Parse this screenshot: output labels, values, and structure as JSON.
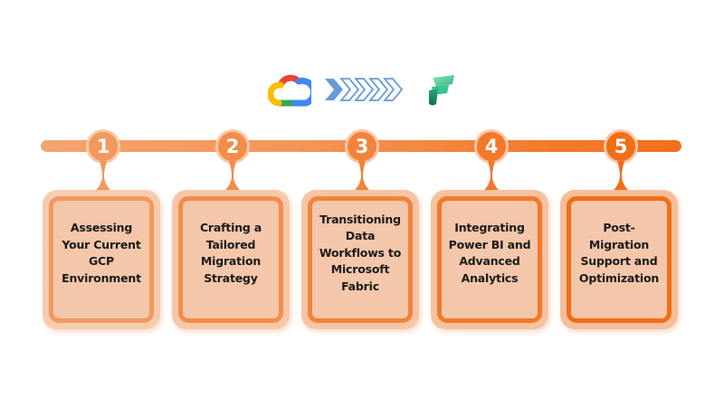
{
  "header": {
    "source_logo": "google-cloud-logo",
    "arrow": "migration-arrow-chevrons",
    "target_logo": "microsoft-fabric-logo"
  },
  "colors": {
    "accent": "#f26f1a",
    "card_fill": "#f4c7aa",
    "node_ring": "#f9c7a5"
  },
  "steps": [
    {
      "number": "1",
      "title": "Assessing Your Current GCP Environment",
      "lines": [
        "Assessing",
        "Your Current",
        "GCP",
        "Environment"
      ],
      "color": "#f1995e",
      "outer": "#f7ccae"
    },
    {
      "number": "2",
      "title": "Crafting a Tailored Migration Strategy",
      "lines": [
        "Crafting a",
        "Tailored",
        "Migration",
        "Strategy"
      ],
      "color": "#f28d4b",
      "outer": "#f7c8a8"
    },
    {
      "number": "3",
      "title": "Transitioning Data Workflows to Microsoft Fabric",
      "lines": [
        "Transitioning",
        "Data",
        "Workflows to",
        "Microsoft",
        "Fabric"
      ],
      "color": "#f3833c",
      "outer": "#f6c5a4"
    },
    {
      "number": "4",
      "title": "Integrating Power BI and Advanced Analytics",
      "lines": [
        "Integrating",
        "Power BI and",
        "Advanced",
        "Analytics"
      ],
      "color": "#f4782b",
      "outer": "#f6c2a0"
    },
    {
      "number": "5",
      "title": "Post-Migration Support and Optimization",
      "lines": [
        "Post-",
        "Migration",
        "Support and",
        "Optimization"
      ],
      "color": "#f26d18",
      "outer": "#f6be9b"
    }
  ]
}
